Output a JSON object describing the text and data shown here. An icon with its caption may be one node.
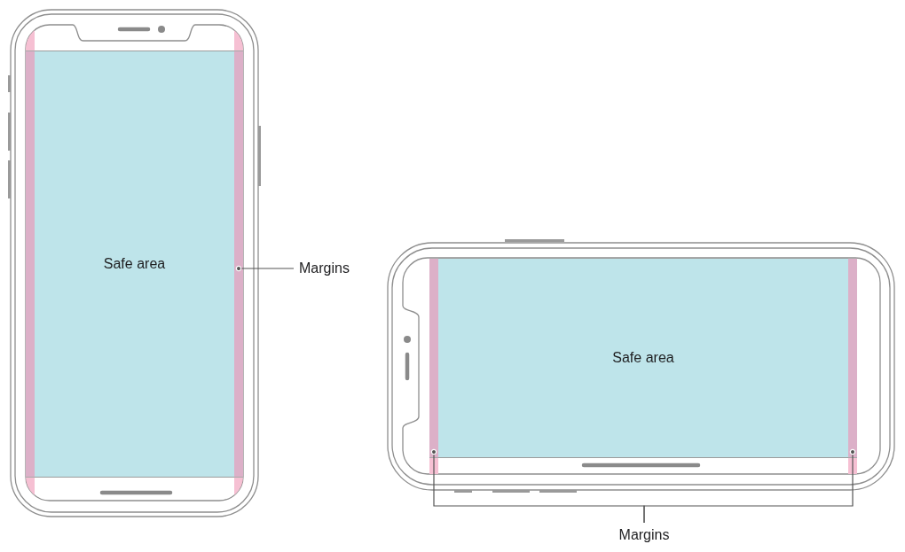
{
  "diagram": {
    "nodes": [
      {
        "text": [],
        "shape": "bar"
      },
      {
        "text": [
          "Safe area"
        ]
      },
      {
        "text": [],
        "shape": "bar"
      },
      {
        "text": [
          "Margins"
        ]
      },
      {
        "text": [],
        "shape": "bar"
      },
      {
        "text": [
          "Safe area"
        ]
      },
      {
        "text": [],
        "shape": "bar"
      },
      {
        "text": [
          "Margins"
        ]
      }
    ],
    "edges": [
      {
        "from": 3,
        "to": 2,
        "arrow": "other"
      },
      {
        "from": 7,
        "to": 4,
        "arrow": "other"
      },
      {
        "from": 7,
        "to": 6,
        "arrow": "other"
      }
    ]
  }
}
